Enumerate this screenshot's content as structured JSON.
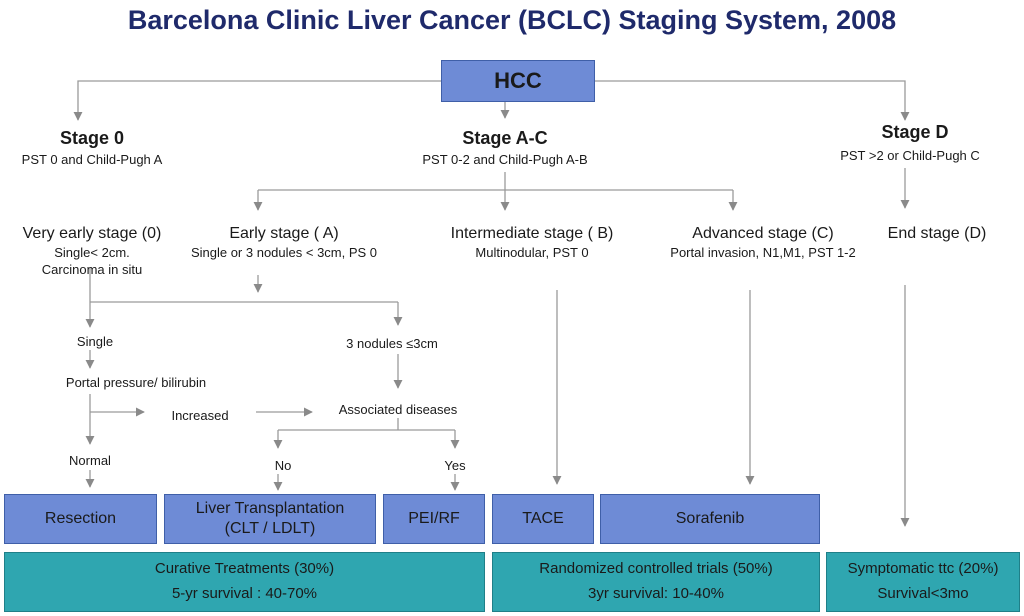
{
  "title": "Barcelona Clinic Liver Cancer (BCLC) Staging System, 2008",
  "root": "HCC",
  "stages": {
    "stage0": {
      "name": "Stage 0",
      "criteria": "PST 0 and Child-Pugh A"
    },
    "stageAC": {
      "name": "Stage A-C",
      "criteria": "PST 0-2 and Child-Pugh A-B"
    },
    "stageD": {
      "name": "Stage  D",
      "criteria": "PST >2 or Child-Pugh C"
    }
  },
  "substages": {
    "very_early": {
      "name": "Very early stage (0)",
      "line1": "Single< 2cm.",
      "line2": "Carcinoma in situ"
    },
    "early": {
      "name": "Early stage ( A)",
      "detail": "Single or 3 nodules < 3cm, PS 0"
    },
    "intermediate": {
      "name": "Intermediate  stage ( B)",
      "detail": "Multinodular, PST 0"
    },
    "advanced": {
      "name": "Advanced  stage (C)",
      "detail": "Portal invasion, N1,M1, PST 1-2"
    },
    "end": {
      "name": "End stage (D)"
    }
  },
  "decisions": {
    "single": "Single",
    "portal": "Portal pressure/ bilirubin",
    "increased": "Increased",
    "normal": "Normal",
    "three_nodules": "3 nodules ≤3cm",
    "associated": "Associated diseases",
    "no": "No",
    "yes": "Yes"
  },
  "treatments": {
    "resection": "Resection",
    "liver_tx_line1": "Liver Transplantation",
    "liver_tx_line2": "(CLT / LDLT)",
    "pei": "PEI/RF",
    "tace": "TACE",
    "sorafenib": "Sorafenib"
  },
  "outcomes": {
    "curative": {
      "name": "Curative Treatments (30%)",
      "survival": "5-yr survival : 40-70%"
    },
    "rct": {
      "name": "Randomized controlled trials (50%)",
      "survival": "3yr survival: 10-40%"
    },
    "symptomatic": {
      "name": "Symptomatic ttc (20%)",
      "survival": "Survival<3mo"
    }
  },
  "colors": {
    "title": "#1f2a6b",
    "treatment_box": "#6e8bd6",
    "outcome_box": "#2fa6b0",
    "connector": "#9a9a9a"
  }
}
